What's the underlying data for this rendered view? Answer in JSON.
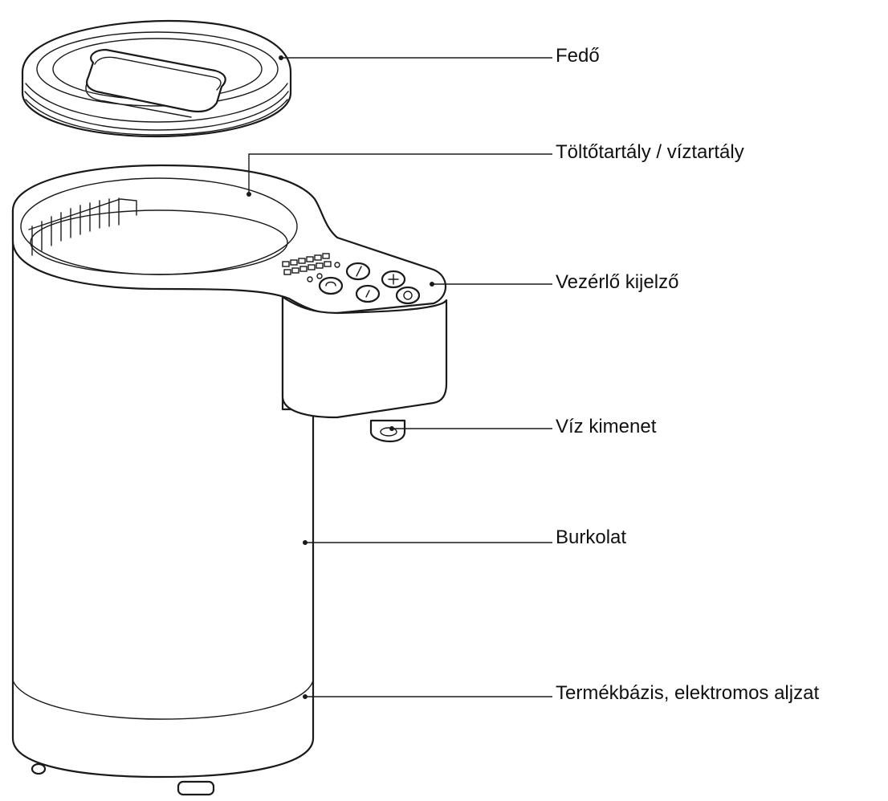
{
  "labels": {
    "lid": "Fedő",
    "tank": "Töltőtartály / víztartály",
    "control_display": "Vezérlő kijelző",
    "water_outlet": "Víz kimenet",
    "housing": "Burkolat",
    "base": "Termékbázis, elektromos aljzat"
  },
  "colors": {
    "line": "#1a1a1a",
    "background": "#ffffff",
    "text": "#111111"
  }
}
